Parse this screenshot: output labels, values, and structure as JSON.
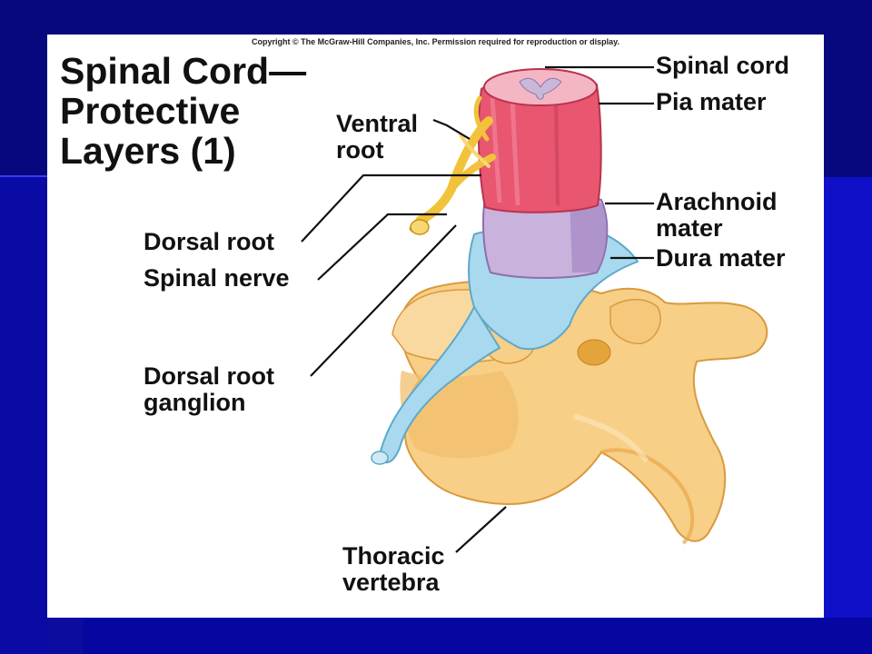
{
  "slide": {
    "copyright": "Copyright © The McGraw-Hill Companies, Inc. Permission required for reproduction or display.",
    "title_lines": [
      "Spinal Cord—",
      "Protective",
      "Layers (1)"
    ]
  },
  "labels": {
    "spinal_cord": [
      "Spinal cord"
    ],
    "pia_mater": [
      "Pia mater"
    ],
    "ventral_root": [
      "Ventral",
      "root"
    ],
    "arachnoid_mater": [
      "Arachnoid",
      "mater"
    ],
    "dura_mater": [
      "Dura mater"
    ],
    "dorsal_root": [
      "Dorsal root"
    ],
    "spinal_nerve": [
      "Spinal nerve"
    ],
    "dorsal_root_ganglion": [
      "Dorsal root",
      "ganglion"
    ],
    "thoracic_vertebra": [
      "Thoracic",
      "vertebra"
    ]
  },
  "colors": {
    "background": "#0b0b8f",
    "panel": "#ffffff",
    "bone": "#f7cf86",
    "bone_shadow": "#e8a64a",
    "dura": "#a9d9ee",
    "arachnoid": "#c9b2dc",
    "pia": "#e8566f",
    "cord_white": "#f5b6c4",
    "nerve": "#f2c23a"
  }
}
